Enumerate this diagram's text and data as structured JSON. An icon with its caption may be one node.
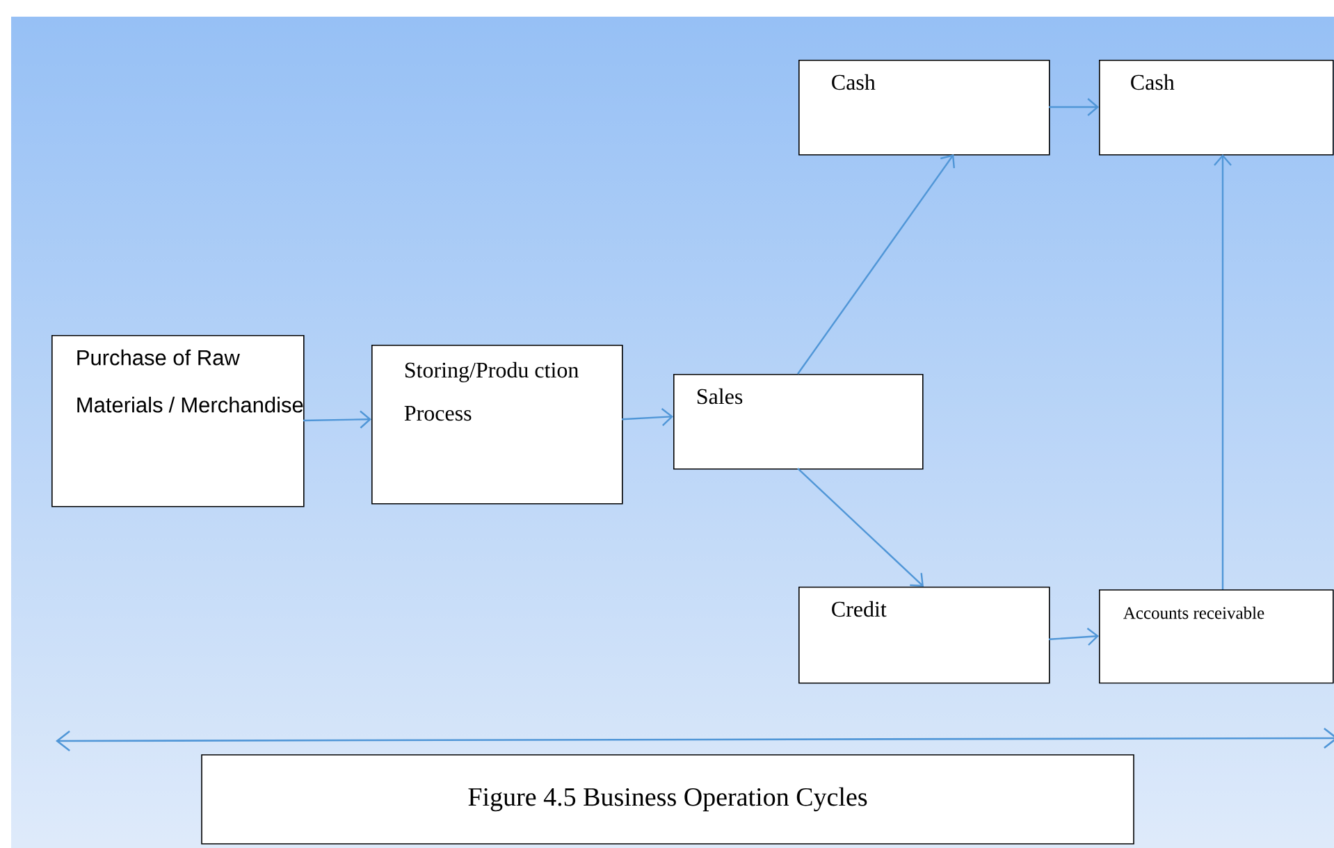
{
  "diagram": {
    "caption": "Figure 4.5 Business Operation Cycles",
    "nodes": [
      {
        "text": [
          "Purchase of Raw Materials / Merchandise"
        ]
      },
      {
        "text": [
          "Storing/Produ ction Process"
        ]
      },
      {
        "text": [
          "Sales"
        ]
      },
      {
        "text": [
          "Cash"
        ]
      },
      {
        "text": [
          "Cash"
        ]
      },
      {
        "text": [
          "Credit"
        ]
      },
      {
        "text": [
          "Accounts receivable"
        ]
      }
    ],
    "edges": [
      {
        "from": 0,
        "to": 1,
        "arrow": "to"
      },
      {
        "from": 1,
        "to": 2,
        "arrow": "to"
      },
      {
        "from": 2,
        "to": 3,
        "arrow": "to"
      },
      {
        "from": 2,
        "to": 5,
        "arrow": "to"
      },
      {
        "from": 3,
        "to": 4,
        "arrow": "to"
      },
      {
        "from": 5,
        "to": 6,
        "arrow": "to"
      },
      {
        "from": 6,
        "to": 4,
        "arrow": "to"
      }
    ]
  }
}
